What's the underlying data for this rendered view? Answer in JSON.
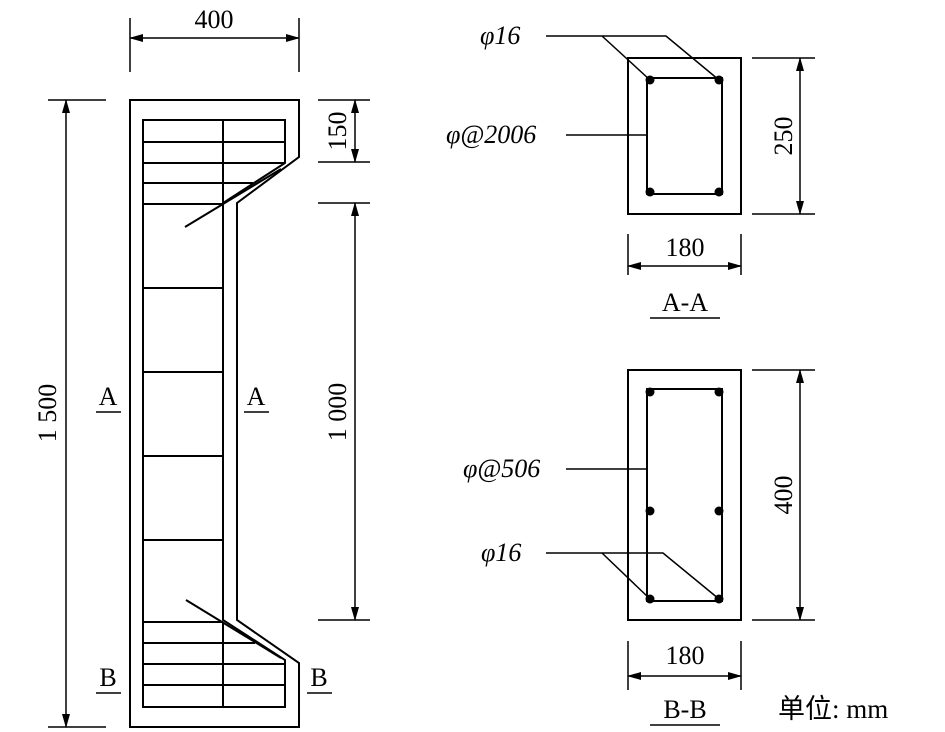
{
  "elevation": {
    "width_label": "400",
    "height_label": "1 500",
    "top_segment_label": "150",
    "middle_segment_label": "1 000",
    "section_a_left": "A",
    "section_a_right": "A",
    "section_b_left": "B",
    "section_b_right": "B"
  },
  "section_aa": {
    "main_bar_label": "φ16",
    "stirrup_label": "φ@2006",
    "height_label": "250",
    "width_label": "180",
    "title": "A-A"
  },
  "section_bb": {
    "stirrup_label": "φ@506",
    "main_bar_label": "φ16",
    "height_label": "400",
    "width_label": "180",
    "title": "B-B"
  },
  "unit_label": "单位: mm"
}
